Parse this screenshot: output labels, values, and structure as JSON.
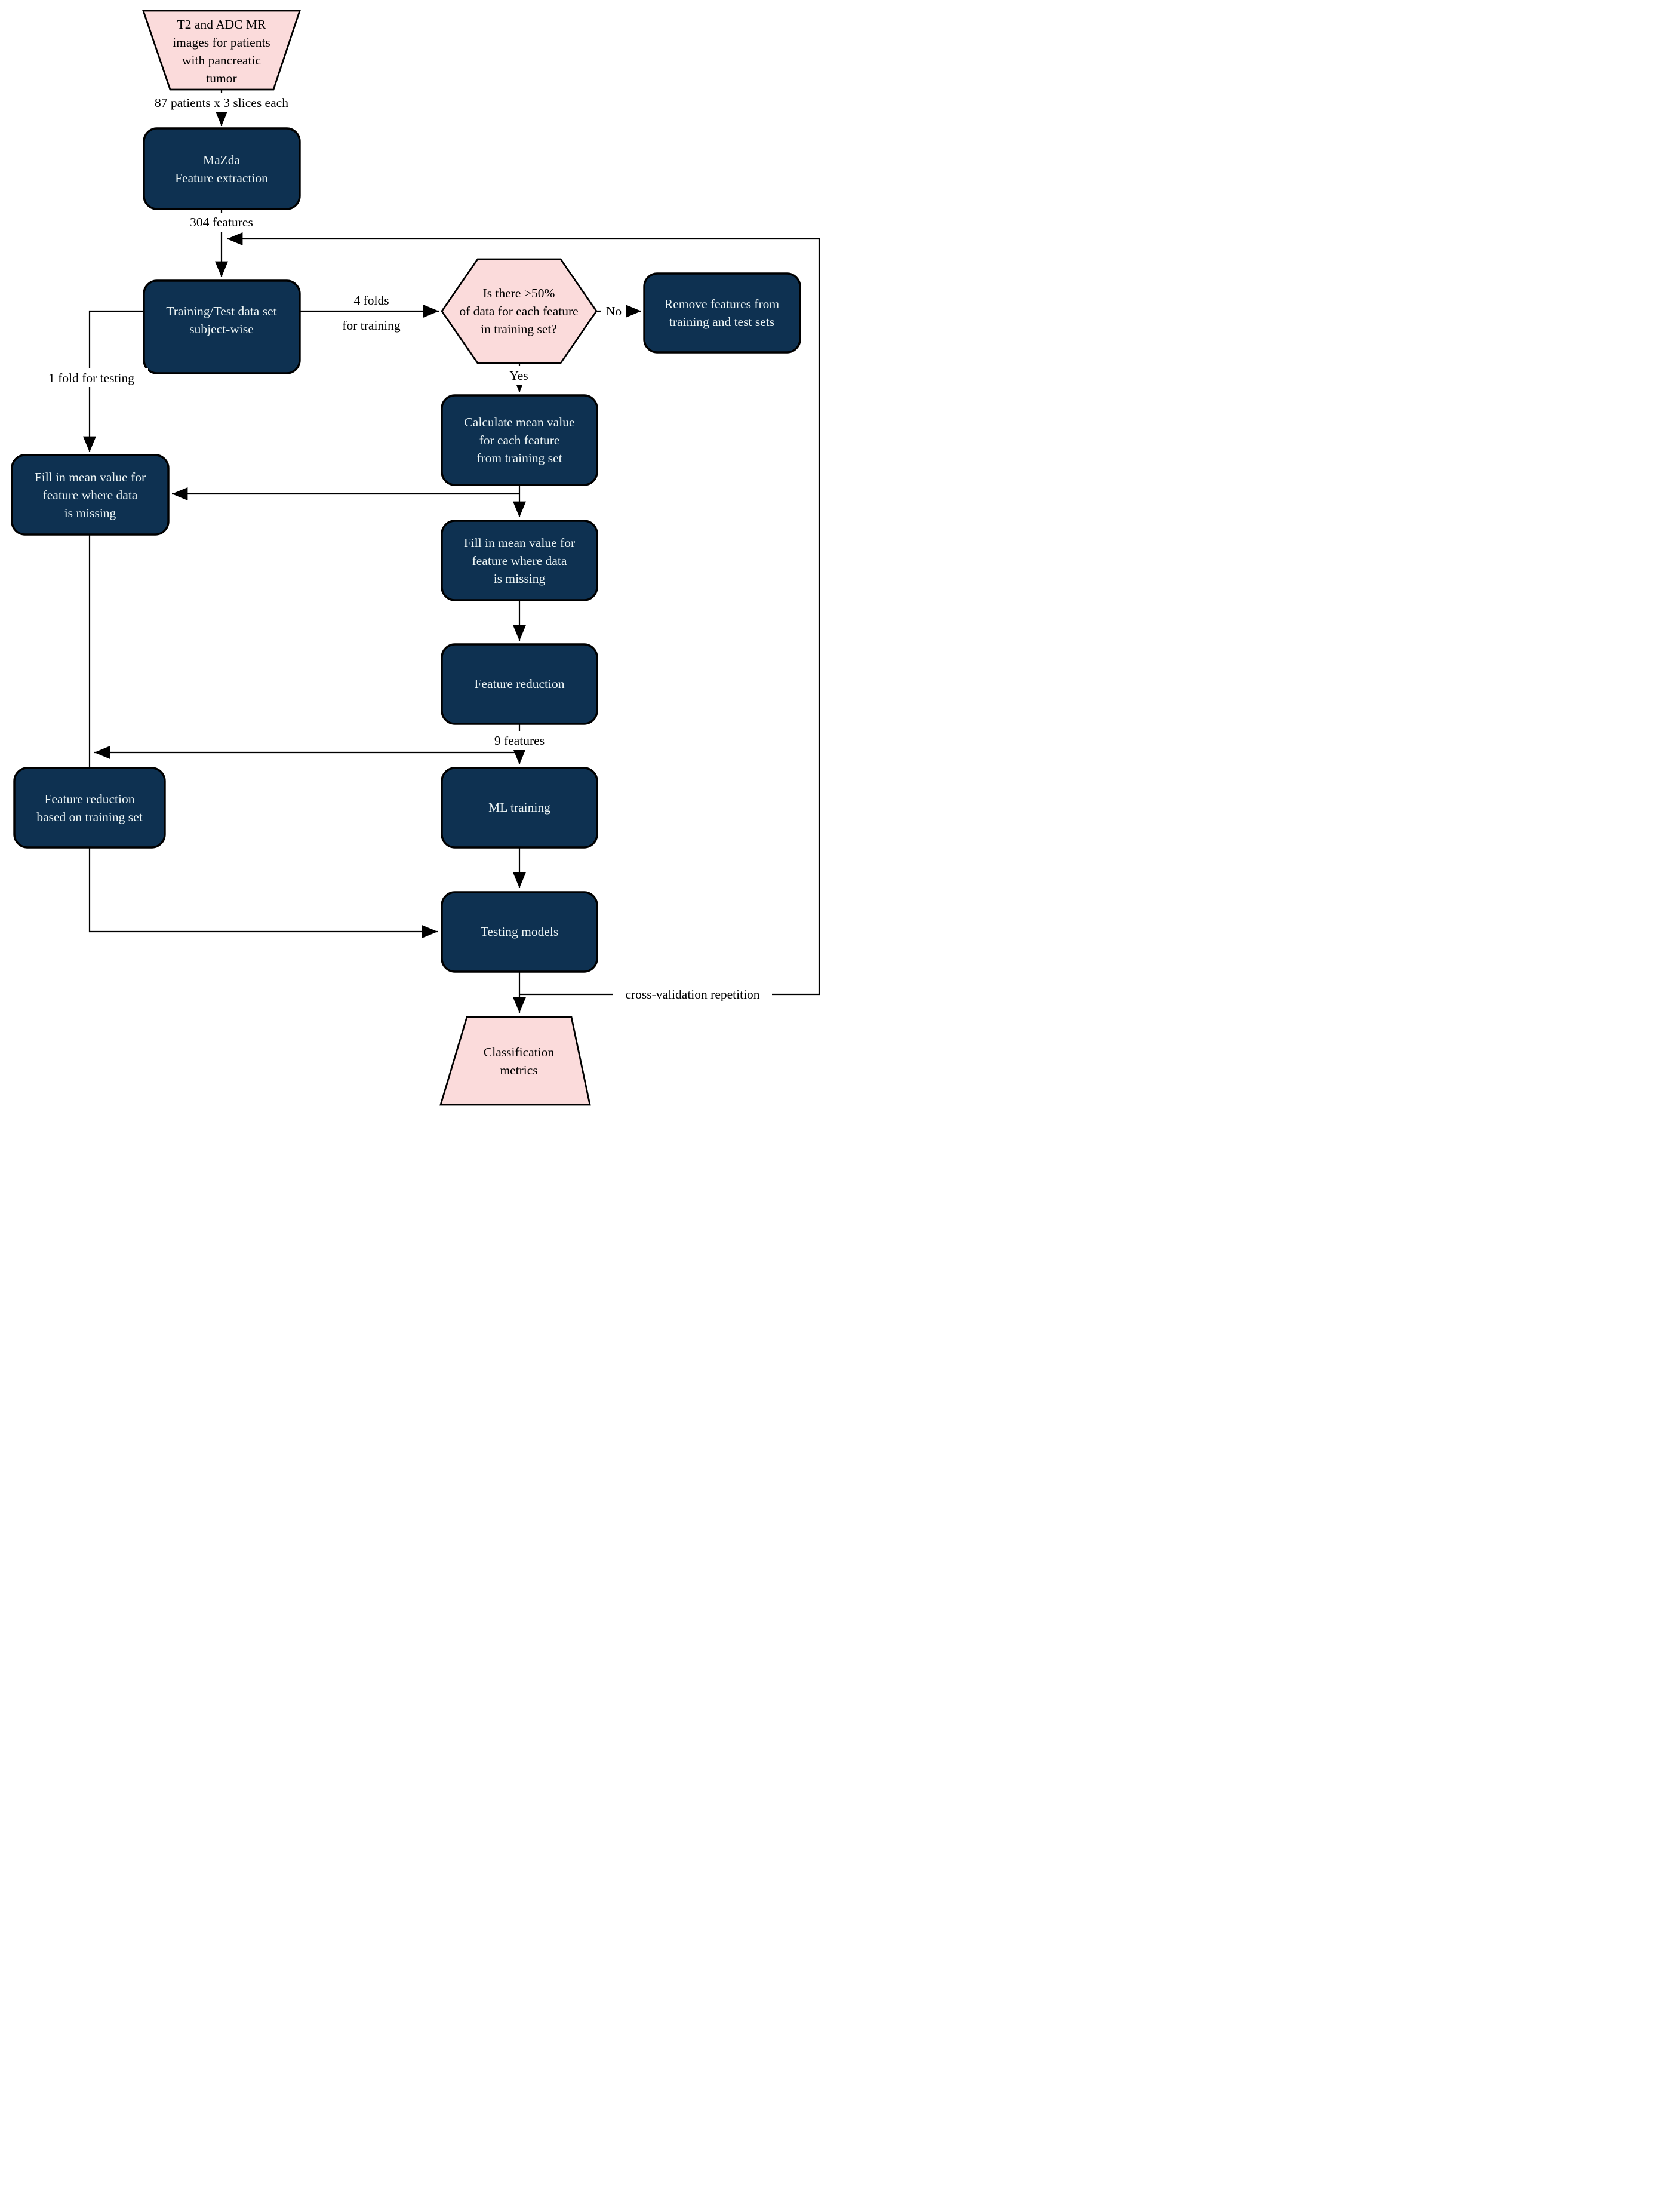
{
  "diagram": {
    "type": "flowchart",
    "colors": {
      "process_fill": "#0e3151",
      "process_text": "#edf5f5",
      "io_fill": "#fbdbdb",
      "stroke": "#000000",
      "background": "#ffffff"
    },
    "nodes": {
      "input": {
        "shape": "trapezoid",
        "lines": [
          "T2 and ADC MR",
          "images for patients",
          "with pancreatic",
          "tumor"
        ]
      },
      "mazda": {
        "shape": "process",
        "lines": [
          "MaZda",
          "Feature extraction"
        ]
      },
      "split": {
        "shape": "process",
        "lines": [
          "Training/Test data set",
          "subject-wise"
        ]
      },
      "decision": {
        "shape": "hexagon",
        "lines": [
          "Is there >50%",
          "of data for each feature",
          "in training set?"
        ]
      },
      "remove": {
        "shape": "process",
        "lines": [
          "Remove features from",
          "training and test sets"
        ]
      },
      "calc_mean": {
        "shape": "process",
        "lines": [
          "Calculate mean value",
          "for each feature",
          "from training set"
        ]
      },
      "fill_left": {
        "shape": "process",
        "lines": [
          "Fill in mean value for",
          "feature where data",
          "is missing"
        ]
      },
      "fill_center": {
        "shape": "process",
        "lines": [
          "Fill in mean value for",
          "feature where data",
          "is missing"
        ]
      },
      "feature_reduction": {
        "shape": "process",
        "lines": [
          "Feature reduction"
        ]
      },
      "ml_training": {
        "shape": "process",
        "lines": [
          "ML training"
        ]
      },
      "feature_reduction_train": {
        "shape": "process",
        "lines": [
          "Feature reduction",
          "based on training set"
        ]
      },
      "testing": {
        "shape": "process",
        "lines": [
          "Testing models"
        ]
      },
      "metrics": {
        "shape": "trapezoid",
        "lines": [
          "Classification",
          "metrics"
        ]
      }
    },
    "edge_labels": {
      "patients": "87 patients x 3 slices each",
      "features_304": "304 features",
      "folds_4_line1": "4 folds",
      "folds_4_line2": "for training",
      "fold_1": "1 fold for testing",
      "no": "No",
      "yes": "Yes",
      "features_9": "9 features",
      "cv": "cross-validation repetition"
    }
  }
}
